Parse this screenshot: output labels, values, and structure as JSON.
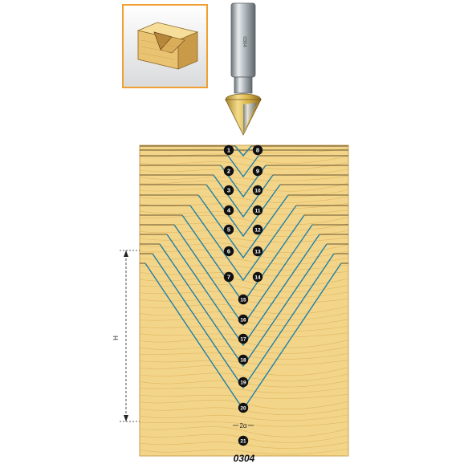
{
  "figure": {
    "product_code": "0304",
    "dimension_height_label": "H",
    "angle_label": "2α",
    "palette": {
      "wood_base": "#f3d58a",
      "wood_grain": "#e3bd66",
      "wood_dark": "#c9a04c",
      "cut_line": "#1f7fa8",
      "ledge_line": "#3a2a10",
      "bit_gold": "#d8b24a",
      "bit_steel": "#9aa2a8",
      "thumb_border": "#f0a030"
    },
    "icons": [
      "v-groove-thumbnail-icon",
      "v-groove-router-bit-icon"
    ],
    "steps": [
      {
        "left": "1",
        "right": "8"
      },
      {
        "left": "2",
        "right": "9"
      },
      {
        "left": "3",
        "right": "10"
      },
      {
        "left": "4",
        "right": "11"
      },
      {
        "left": "5",
        "right": "12"
      },
      {
        "left": "6",
        "right": "13"
      },
      {
        "left": "7",
        "right": "14"
      },
      {
        "center": "15"
      },
      {
        "center": "16"
      },
      {
        "center": "17"
      },
      {
        "center": "18"
      },
      {
        "center": "19"
      },
      {
        "center": "20"
      },
      {
        "center": "21"
      }
    ]
  }
}
